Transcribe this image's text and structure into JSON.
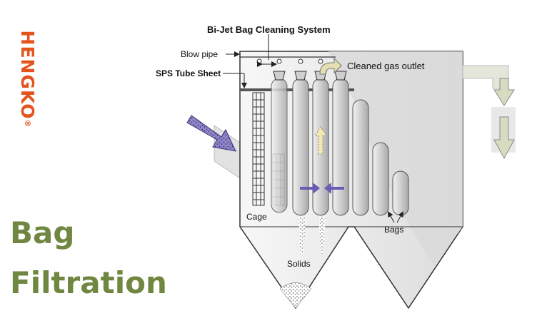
{
  "brand": {
    "name": "HENGKO",
    "mark": "®"
  },
  "title": {
    "line1": "Bag",
    "line2": "Filtration"
  },
  "labels": {
    "system": "Bi-Jet Bag Cleaning System",
    "blow_pipe": "Blow pipe",
    "tube_sheet": "SPS Tube Sheet",
    "gas_outlet": "Cleaned gas outlet",
    "cage": "Cage",
    "solids": "Solids",
    "bags": "Bags"
  },
  "colors": {
    "brand": "#e3541f",
    "title": "#6f8740",
    "inlet_arrow": "#6a5bb5",
    "pulse_arrow": "#6a5bb5",
    "outlet_arrow": "#d7dbc0",
    "housing": "#e9e9e9",
    "bag": "#d6d6d6",
    "outline": "#333333"
  }
}
